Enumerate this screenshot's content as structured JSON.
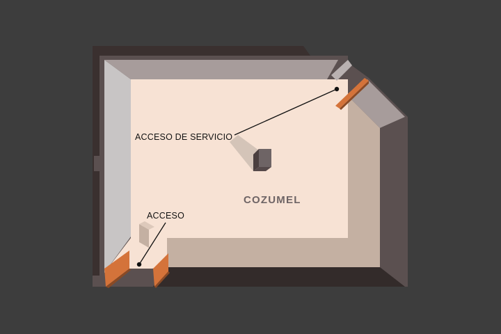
{
  "room": {
    "name": "COZUMEL"
  },
  "labels": {
    "service_access": "ACCESO DE SERVICIO",
    "access": "ACCESO"
  },
  "colors": {
    "background": "#3d3d3d",
    "floor": "#f7e2d4",
    "floor_shadow": "#c4b0a2",
    "wall_light": "#c8c5c5",
    "wall_top": "#a79c9b",
    "wall_dark": "#5b5050",
    "wall_darkest": "#332b2a",
    "door": "#d4733a",
    "column": "#6e6465",
    "text": "#111111",
    "room_name": "#6e6465"
  }
}
